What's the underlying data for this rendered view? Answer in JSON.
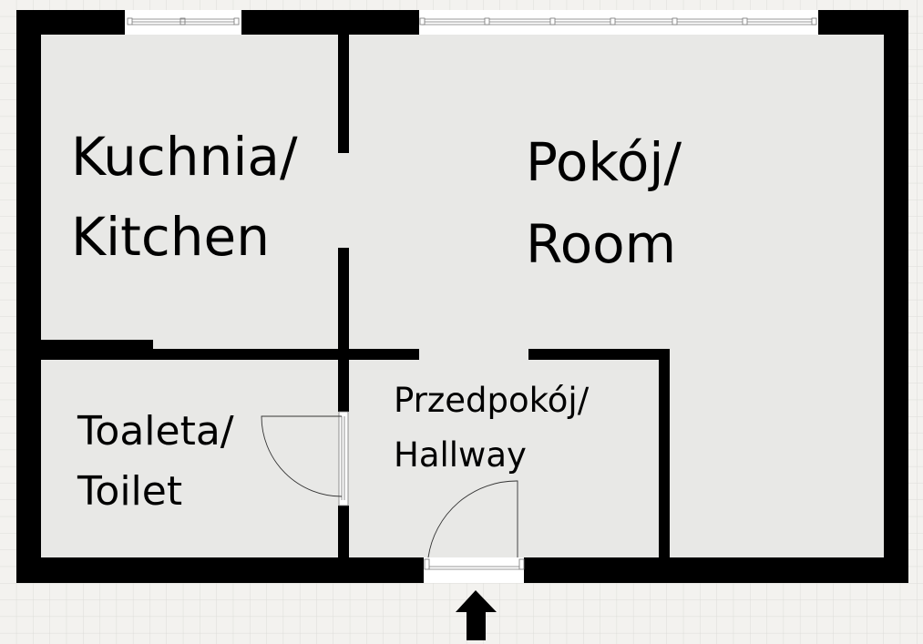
{
  "rooms": {
    "kitchen": {
      "line1": "Kuchnia/",
      "line2": "Kitchen"
    },
    "room": {
      "line1": "Pokój/",
      "line2": "Room"
    },
    "toilet": {
      "line1": "Toaleta/",
      "line2": "Toilet"
    },
    "hallway": {
      "line1": "Przedpokój/",
      "line2": "Hallway"
    }
  },
  "icons": {
    "entrance": "arrow-up-icon"
  },
  "colors": {
    "wall": "#000000",
    "floor": "#e8e8e6",
    "background": "#f3f2ef",
    "grid": "#dcdcd8"
  }
}
